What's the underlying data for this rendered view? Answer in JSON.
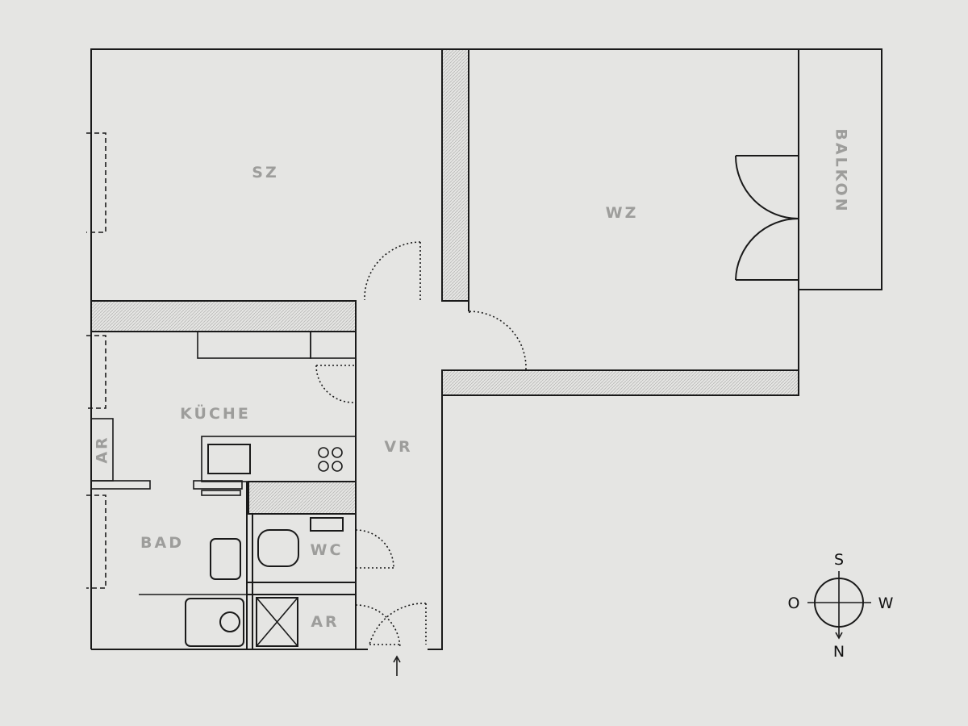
{
  "rooms": {
    "sz": "SZ",
    "wz": "WZ",
    "balkon": "BALKON",
    "kueche": "KÜCHE",
    "vr": "VR",
    "ar_left": "AR",
    "bad": "BAD",
    "wc": "WC",
    "ar_bottom": "AR"
  },
  "compass": {
    "top": "S",
    "bottom": "N",
    "left": "O",
    "right": "W"
  },
  "colors": {
    "background": "#e5e5e3",
    "line": "#1a1a1a",
    "label": "#9d9d9b"
  },
  "icons": {
    "entrance": "up-arrow-icon",
    "compass": "compass-rose-icon"
  }
}
